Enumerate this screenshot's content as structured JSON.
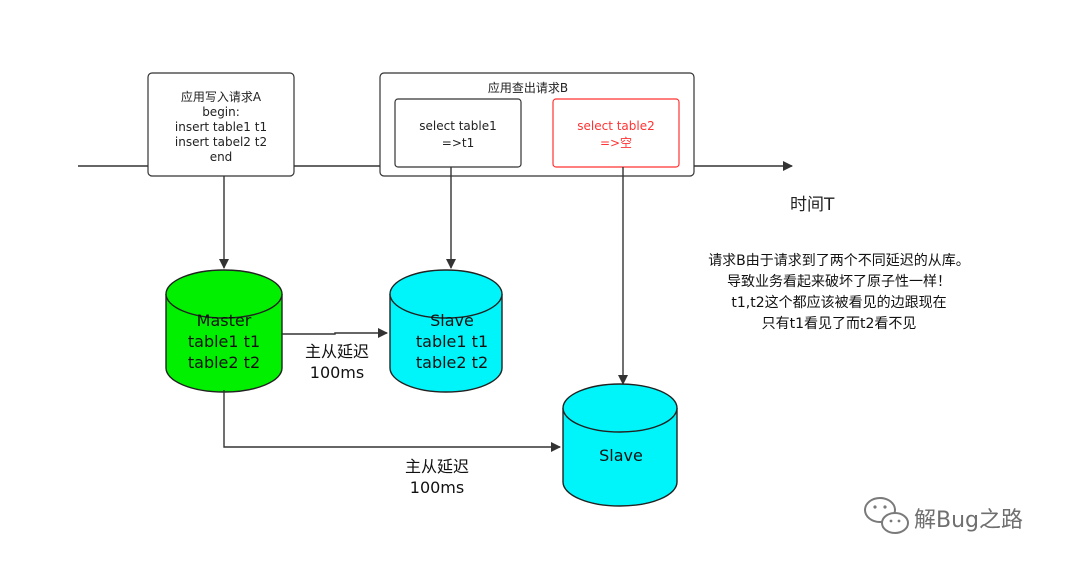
{
  "request_a": {
    "lines": [
      "应用写入请求A",
      "begin:",
      "insert table1 t1",
      "insert tabel2 t2",
      "end"
    ]
  },
  "request_b": {
    "title": "应用查出请求B",
    "query1": [
      "select table1",
      "=>t1"
    ],
    "query2": [
      "select table2",
      "=>空"
    ]
  },
  "timeline": {
    "label": "时间T"
  },
  "master": {
    "lines": [
      "Master",
      "table1 t1",
      "table2 t2"
    ]
  },
  "slave1": {
    "lines": [
      "Slave",
      "table1 t1",
      "table2 t2"
    ]
  },
  "slave2": {
    "label": "Slave"
  },
  "delay1": {
    "lines": [
      "主从延迟",
      "100ms"
    ]
  },
  "delay2": {
    "lines": [
      "主从延迟",
      "100ms"
    ]
  },
  "note": {
    "lines": [
      "请求B由于请求到了两个不同延迟的从库。",
      "导致业务看起来破坏了原子性一样！",
      "t1,t2这个都应该被看见的边跟现在",
      "只有t1看见了而t2看不见"
    ]
  },
  "watermark": {
    "text": "解Bug之路"
  },
  "colors": {
    "master": "#00f000",
    "slave": "#00f5fa",
    "line": "#333333",
    "highlight": "#ff3333"
  }
}
